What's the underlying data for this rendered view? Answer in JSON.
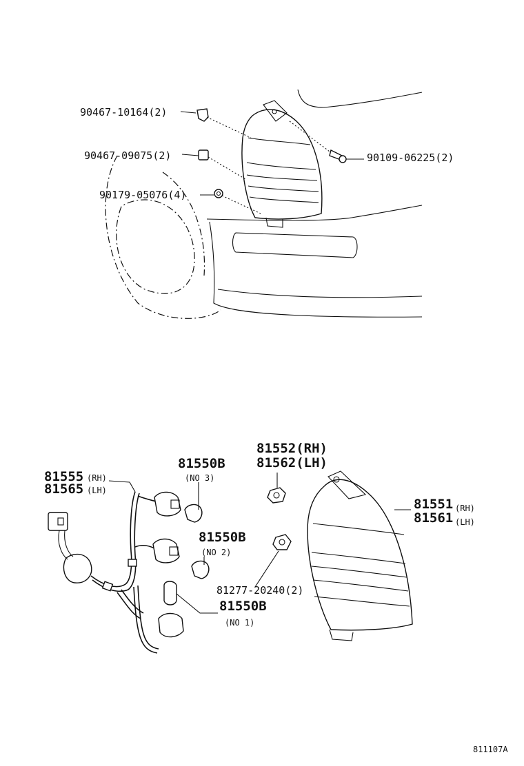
{
  "labels": {
    "clip_a": "90467-10164(2)",
    "clip_b": "90467-09075(2)",
    "nut": "90179-05076(4)",
    "screw": "90109-06225(2)",
    "gasket_rh": "81552(RH)",
    "gasket_lh": "81562(LH)",
    "bulb_no3_part": "81550B",
    "bulb_no3_no": "(NO 3)",
    "socket_rh_part": "81555",
    "socket_rh_side": "(RH)",
    "socket_lh_part": "81565",
    "socket_lh_side": "(LH)",
    "bulb_no2_part": "81550B",
    "bulb_no2_no": "(NO 2)",
    "lamp_rh_part": "81551",
    "lamp_rh_side": "(RH)",
    "lamp_lh_part": "81561",
    "lamp_lh_side": "(LH)",
    "grommet": "81277-20240(2)",
    "bulb_no1_part": "81550B",
    "bulb_no1_no": "(NO 1)",
    "figure_id": "811107A"
  }
}
